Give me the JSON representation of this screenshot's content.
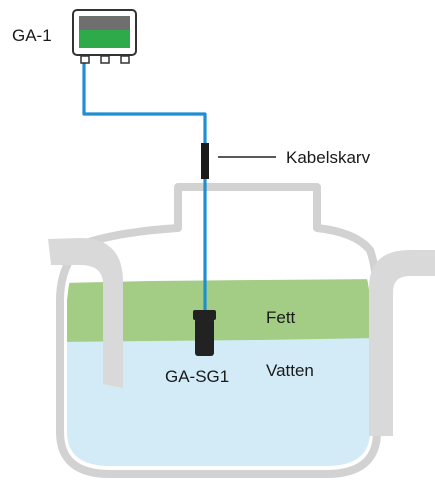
{
  "diagram": {
    "device_label": "GA-1",
    "splice_label": "Kabelskarv",
    "grease_label": "Fett",
    "water_label": "Vatten",
    "sensor_label": "GA-SG1"
  },
  "colors": {
    "cable": "#1f8fd1",
    "grease_layer": "#a3cd85",
    "water_layer": "#d3ebf6",
    "tank_outline": "#d2d2d2",
    "pipe": "#d9d9d9",
    "device_screen": "#6f6f6f",
    "device_indicator": "#2faa4a",
    "sensor": "#222222"
  },
  "icons": {
    "device": "controller-unit-icon",
    "sensor": "level-sensor-probe-icon"
  }
}
